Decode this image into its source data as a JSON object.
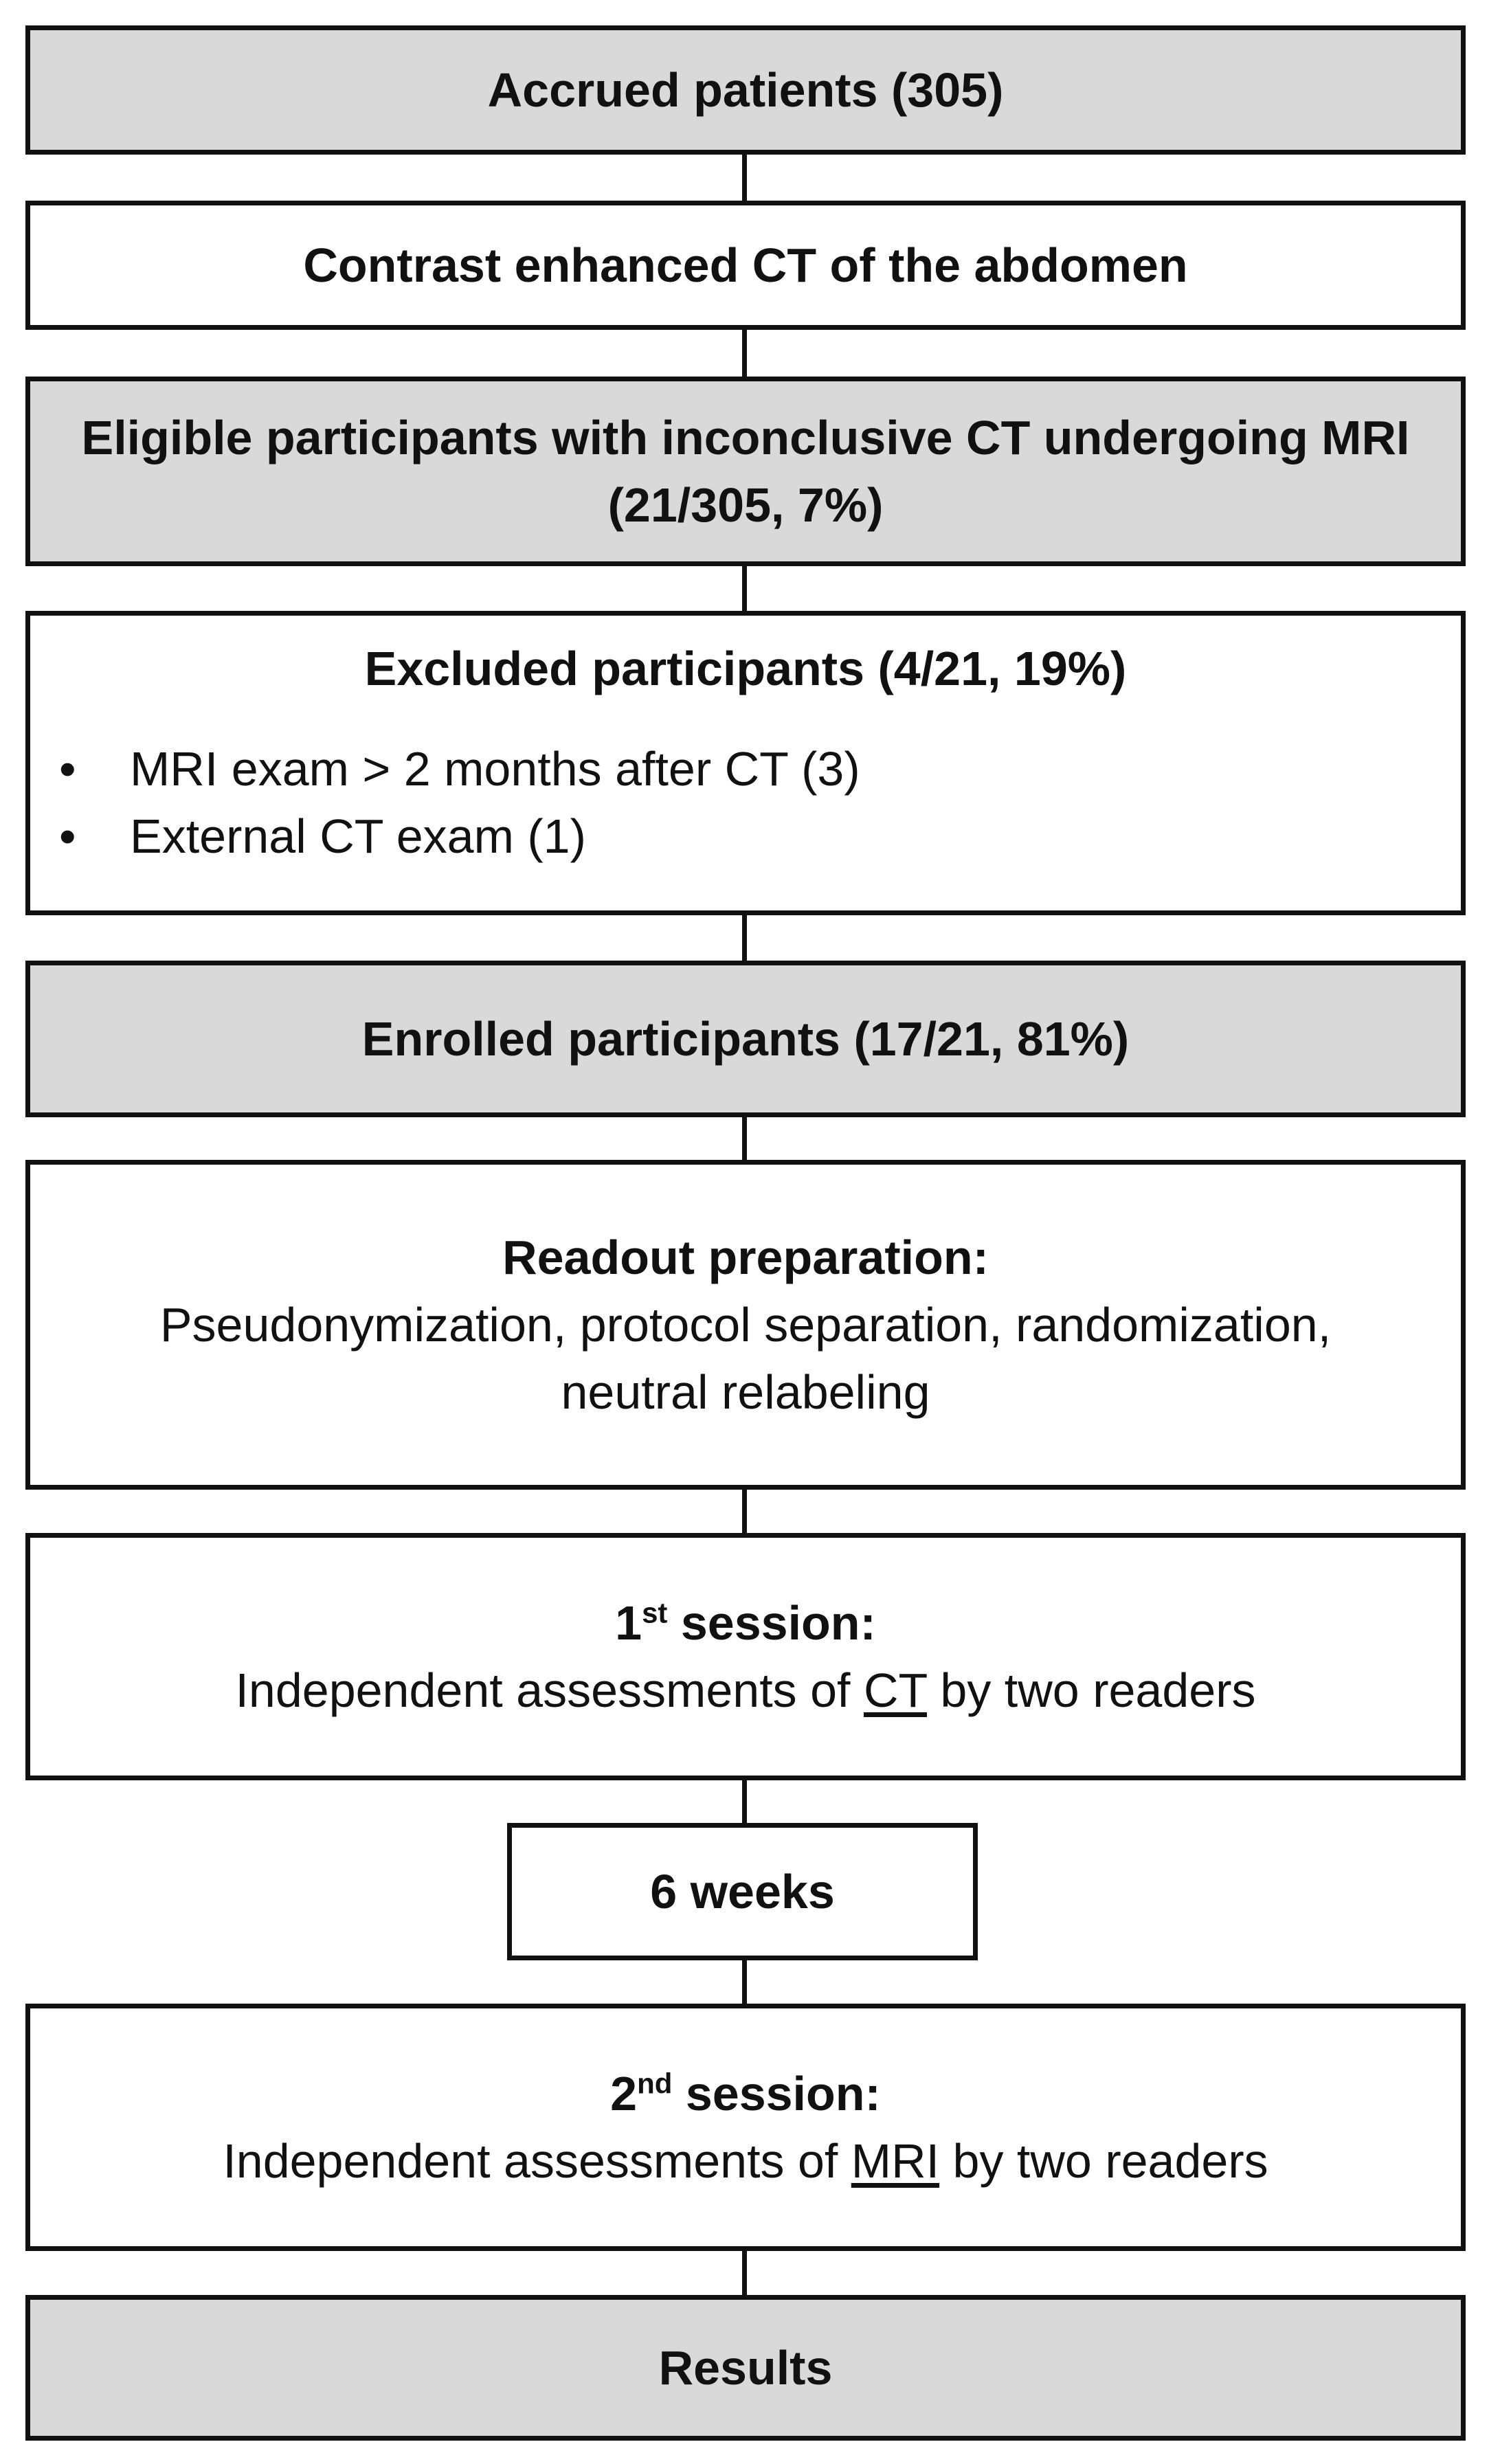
{
  "flow": {
    "accrued": "Accrued patients (305)",
    "ct": "Contrast enhanced CT of the abdomen",
    "eligible_line1": "Eligible participants with inconclusive CT undergoing MRI",
    "eligible_line2": "(21/305, 7%)",
    "excluded_title": "Excluded participants (4/21, 19%)",
    "excluded_reasons": [
      "MRI exam > 2 months after CT (3)",
      "External CT exam (1)"
    ],
    "bullet": "•",
    "enrolled": "Enrolled participants (17/21, 81%)",
    "readout_title": "Readout preparation:",
    "readout_line1": "Pseudonymization, protocol separation, randomization,",
    "readout_line2": "neutral relabeling",
    "session1_num": "1",
    "session1_sup": "st",
    "session1_title": " session:",
    "session1_pre": "Independent assessments of ",
    "session1_modality": "CT",
    "session1_post": " by two readers",
    "weeks": "6 weeks",
    "session2_num": "2",
    "session2_sup": "nd",
    "session2_title": " session:",
    "session2_pre": "Independent assessments of ",
    "session2_modality": "MRI",
    "session2_post": " by two readers",
    "results": "Results"
  }
}
